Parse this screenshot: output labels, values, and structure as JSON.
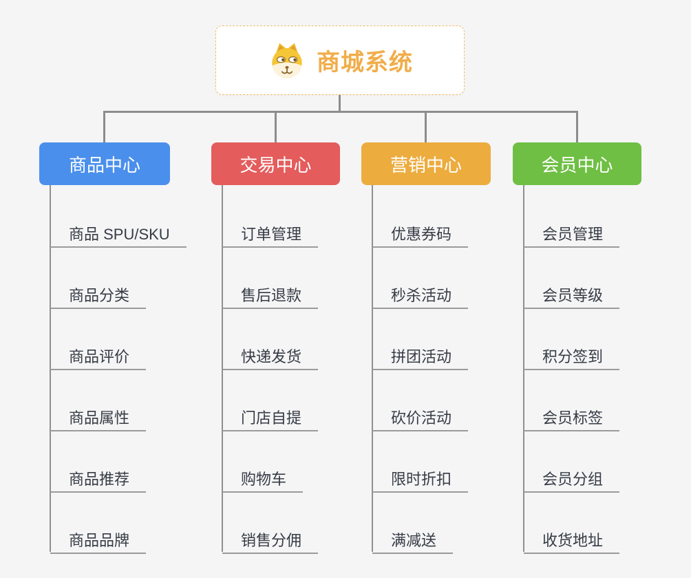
{
  "root": {
    "title": "商城系统",
    "icon": "dog-face"
  },
  "branches": [
    {
      "label": "商品中心",
      "color": "#4a8fec",
      "items": [
        "商品 SPU/SKU",
        "商品分类",
        "商品评价",
        "商品属性",
        "商品推荐",
        "商品品牌"
      ]
    },
    {
      "label": "交易中心",
      "color": "#e45c5c",
      "items": [
        "订单管理",
        "售后退款",
        "快递发货",
        "门店自提",
        "购物车",
        "销售分佣"
      ]
    },
    {
      "label": "营销中心",
      "color": "#ecac3e",
      "items": [
        "优惠券码",
        "秒杀活动",
        "拼团活动",
        "砍价活动",
        "限时折扣",
        "满减送"
      ]
    },
    {
      "label": "会员中心",
      "color": "#6fbf44",
      "items": [
        "会员管理",
        "会员等级",
        "积分签到",
        "会员标签",
        "会员分组",
        "收货地址"
      ]
    }
  ],
  "colors": {
    "background": "#f5f5f6",
    "root_accent": "#f0ad49",
    "root_border": "#f0bc6a",
    "connector": "#8c8c8c",
    "leaf_underline": "#9a9a9a",
    "leaf_text": "#363b44"
  }
}
